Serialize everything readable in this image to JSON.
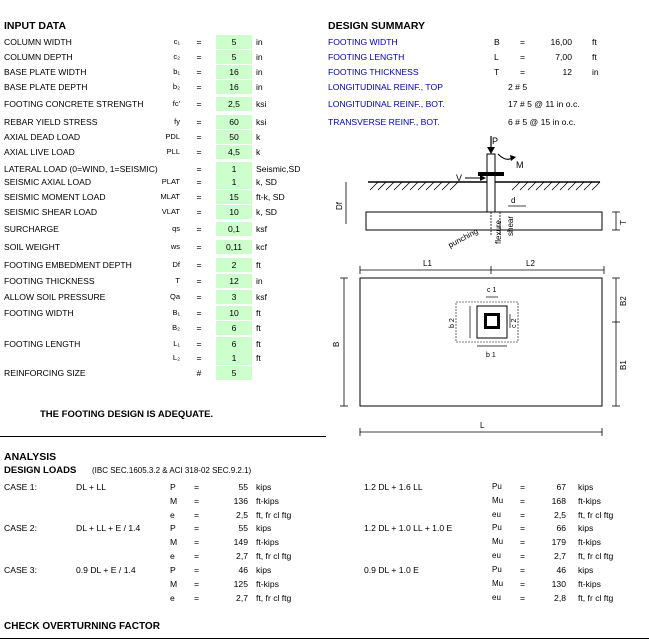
{
  "input_data": {
    "title": "INPUT DATA",
    "rows": [
      {
        "label": "COLUMN WIDTH",
        "sym": "c₁",
        "eq": "=",
        "value": "5",
        "unit": "in"
      },
      {
        "label": "COLUMN DEPTH",
        "sym": "c₂",
        "eq": "=",
        "value": "5",
        "unit": "in"
      },
      {
        "label": "BASE PLATE WIDTH",
        "sym": "b₁",
        "eq": "=",
        "value": "16",
        "unit": "in"
      },
      {
        "label": "BASE PLATE DEPTH",
        "sym": "b₂",
        "eq": "=",
        "value": "16",
        "unit": "in"
      },
      {
        "label": "FOOTING CONCRETE STRENGTH",
        "sym": "fc'",
        "eq": "=",
        "value": "2,5",
        "unit": "ksi"
      },
      {
        "label": "REBAR YIELD STRESS",
        "sym": "fy",
        "eq": "=",
        "value": "60",
        "unit": "ksi"
      },
      {
        "label": "AXIAL DEAD LOAD",
        "sym": "PDL",
        "eq": "=",
        "value": "50",
        "unit": "k"
      },
      {
        "label": "AXIAL LIVE LOAD",
        "sym": "PLL",
        "eq": "=",
        "value": "4,5",
        "unit": "k"
      },
      {
        "label": "LATERAL LOAD (0=WIND, 1=SEISMIC)",
        "sym": "",
        "eq": "=",
        "value": "1",
        "unit": "Seismic,SD"
      },
      {
        "label": "SEISMIC AXIAL LOAD",
        "sym": "PLAT",
        "eq": "=",
        "value": "1",
        "unit": "k, SD"
      },
      {
        "label": "SEISMIC MOMENT LOAD",
        "sym": "MLAT",
        "eq": "=",
        "value": "15",
        "unit": "ft-k, SD"
      },
      {
        "label": "SEISMIC SHEAR LOAD",
        "sym": "VLAT",
        "eq": "=",
        "value": "10",
        "unit": "k, SD"
      },
      {
        "label": "SURCHARGE",
        "sym": "qs",
        "eq": "=",
        "value": "0,1",
        "unit": "ksf"
      },
      {
        "label": "SOIL WEIGHT",
        "sym": "ws",
        "eq": "=",
        "value": "0,11",
        "unit": "kcf"
      },
      {
        "label": "FOOTING EMBEDMENT DEPTH",
        "sym": "Df",
        "eq": "=",
        "value": "2",
        "unit": "ft"
      },
      {
        "label": "FOOTING THICKNESS",
        "sym": "T",
        "eq": "=",
        "value": "12",
        "unit": "in"
      },
      {
        "label": "ALLOW SOIL PRESSURE",
        "sym": "Qa",
        "eq": "=",
        "value": "3",
        "unit": "ksf"
      },
      {
        "label": "FOOTING WIDTH",
        "sym": "B₁",
        "eq": "=",
        "value": "10",
        "unit": "ft"
      },
      {
        "label": "",
        "sym": "B₂",
        "eq": "=",
        "value": "6",
        "unit": "ft"
      },
      {
        "label": "FOOTING LENGTH",
        "sym": "L₁",
        "eq": "=",
        "value": "6",
        "unit": "ft"
      },
      {
        "label": "",
        "sym": "L₂",
        "eq": "=",
        "value": "1",
        "unit": "ft"
      },
      {
        "label": "REINFORCING SIZE",
        "sym": "",
        "eq": "#",
        "value": "5",
        "unit": ""
      }
    ],
    "adequacy": "THE FOOTING DESIGN IS ADEQUATE."
  },
  "design_summary": {
    "title": "DESIGN SUMMARY",
    "rows": [
      {
        "label": "FOOTING WIDTH",
        "sym": "B",
        "eq": "=",
        "value": "16,00",
        "unit": "ft"
      },
      {
        "label": "FOOTING LENGTH",
        "sym": "L",
        "eq": "=",
        "value": "7,00",
        "unit": "ft"
      },
      {
        "label": "FOOTING THICKNESS",
        "sym": "T",
        "eq": "=",
        "value": "12",
        "unit": "in"
      },
      {
        "label": "LONGITUDINAL REINF., TOP",
        "sym": "",
        "eq": "",
        "value": "2 # 5",
        "unit": ""
      },
      {
        "label": "LONGITUDINAL REINF., BOT.",
        "sym": "",
        "eq": "",
        "value": "17 # 5 @ 11 in o.c.",
        "unit": ""
      },
      {
        "label": "TRANSVERSE REINF., BOT.",
        "sym": "",
        "eq": "",
        "value": "6 # 5 @ 15 in o.c.",
        "unit": ""
      }
    ]
  },
  "diagram": {
    "labels": {
      "p": "P",
      "m": "M",
      "v": "V",
      "df": "Df",
      "d": "d",
      "t": "T",
      "punching": "punching",
      "flexure": "flexure",
      "shear": "shear",
      "l1": "L1",
      "l2": "L2",
      "b": "B",
      "b1": "B1",
      "b2": "B2",
      "c1": "c 1",
      "c2": "c 2",
      "bb1": "b 1",
      "bb2": "b 2",
      "l": "L"
    }
  },
  "analysis": {
    "title": "ANALYSIS",
    "loads_title": "DESIGN  LOADS",
    "loads_ref": "(IBC SEC.1605.3.2 & ACI 318-02 SEC.9.2.1)",
    "cases": [
      {
        "case": "CASE 1:",
        "combo": "DL + LL",
        "factored": "1.2 DL + 1.6 LL",
        "lines": [
          {
            "sym": "P",
            "value": "55",
            "unit": "kips",
            "fsym": "Pu",
            "fvalue": "67",
            "funit": "kips"
          },
          {
            "sym": "M",
            "value": "136",
            "unit": "ft-kips",
            "fsym": "Mu",
            "fvalue": "168",
            "funit": "ft-kips"
          },
          {
            "sym": "e",
            "value": "2,5",
            "unit": "ft, fr cl ftg",
            "fsym": "eu",
            "fvalue": "2,5",
            "funit": "ft, fr cl ftg"
          }
        ]
      },
      {
        "case": "CASE 2:",
        "combo": "DL + LL + E / 1.4",
        "factored": "1.2 DL + 1.0 LL + 1.0 E",
        "lines": [
          {
            "sym": "P",
            "value": "55",
            "unit": "kips",
            "fsym": "Pu",
            "fvalue": "66",
            "funit": "kips"
          },
          {
            "sym": "M",
            "value": "149",
            "unit": "ft-kips",
            "fsym": "Mu",
            "fvalue": "179",
            "funit": "ft-kips"
          },
          {
            "sym": "e",
            "value": "2,7",
            "unit": "ft, fr cl ftg",
            "fsym": "eu",
            "fvalue": "2,7",
            "funit": "ft, fr cl ftg"
          }
        ]
      },
      {
        "case": "CASE 3:",
        "combo": "0.9 DL + E / 1.4",
        "factored": "0.9 DL + 1.0 E",
        "lines": [
          {
            "sym": "P",
            "value": "46",
            "unit": "kips",
            "fsym": "Pu",
            "fvalue": "46",
            "funit": "kips"
          },
          {
            "sym": "M",
            "value": "125",
            "unit": "ft-kips",
            "fsym": "Mu",
            "fvalue": "130",
            "funit": "ft-kips"
          },
          {
            "sym": "e",
            "value": "2,7",
            "unit": "ft, fr cl ftg",
            "fsym": "eu",
            "fvalue": "2,8",
            "funit": "ft, fr cl ftg"
          }
        ]
      }
    ],
    "eq": "=",
    "overturning_title": "CHECK OVERTURNING FACTOR"
  },
  "colors": {
    "input_fill": "#ccffcc",
    "summary_text": "#0000a8"
  }
}
